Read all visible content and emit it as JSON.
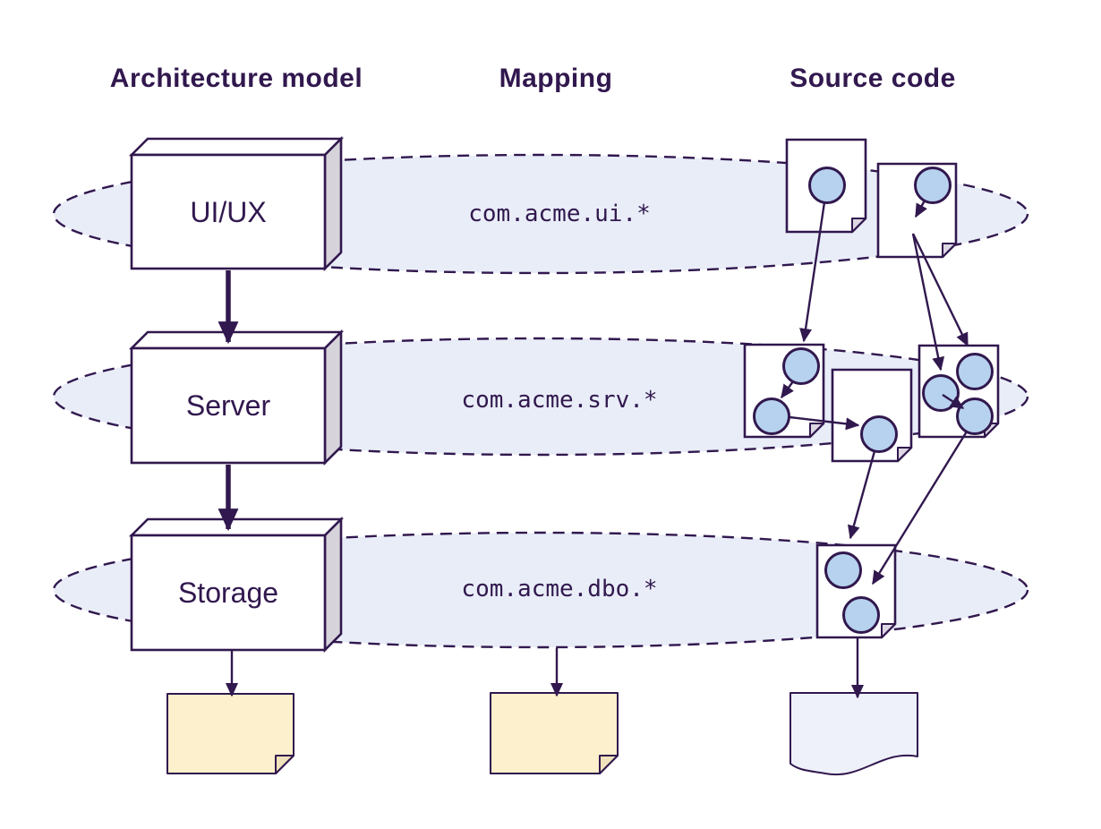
{
  "diagram": {
    "headers": {
      "architecture_model": "Architecture model",
      "mapping": "Mapping",
      "source_code": "Source code"
    },
    "layers": [
      {
        "name": "UI/UX",
        "package": "com.acme.ui.*"
      },
      {
        "name": "Server",
        "package": "com.acme.srv.*"
      },
      {
        "name": "Storage",
        "package": "com.acme.dbo.*"
      }
    ],
    "colors": {
      "ink": "#31184e",
      "zone_fill": "#e9edf8",
      "class_circle_fill": "#b7d2ee",
      "artifact_fill": "#fdf0cd",
      "artifact_flap_fill": "#f0e2ba",
      "file_flap_fill": "#dcd7e3",
      "document_fill": "#eef1f9",
      "node_side_fill": "#d6d3da",
      "background": "#ffffff"
    }
  }
}
